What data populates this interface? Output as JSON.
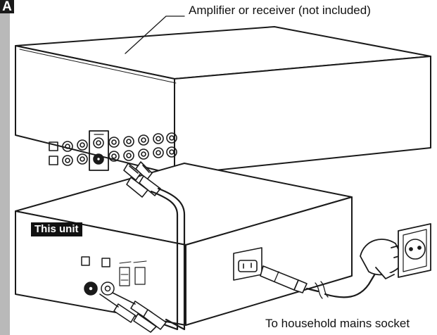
{
  "figure": {
    "badge": "A"
  },
  "labels": {
    "amplifier": "Amplifier or receiver (not included)",
    "this_unit": "This unit",
    "mains": "To household mains socket"
  },
  "colors": {
    "line": "#1a1a1a",
    "sidebar": "#b9b9b9",
    "label_bg": "#111111"
  }
}
